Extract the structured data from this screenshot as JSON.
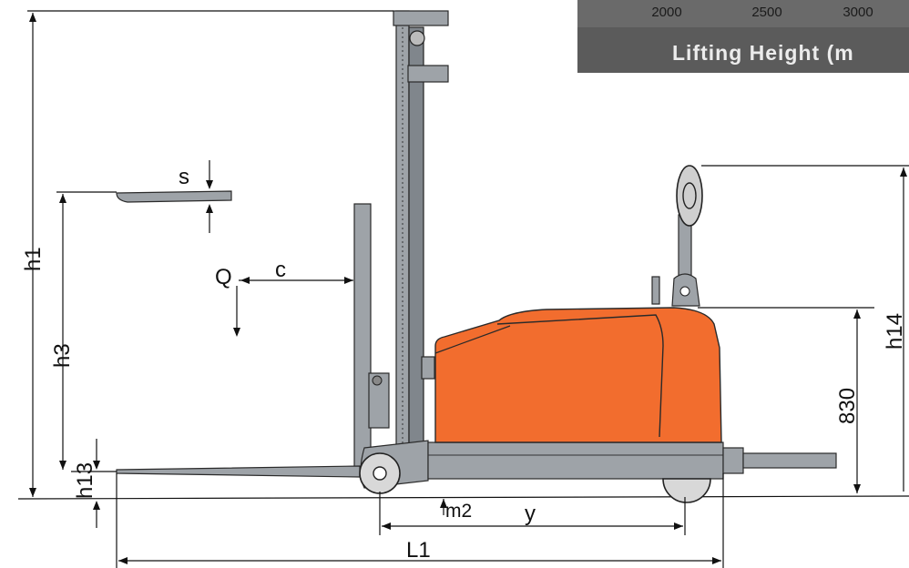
{
  "inset": {
    "ticks": [
      "2000",
      "2500",
      "3000"
    ],
    "title": "Lifting Height (m"
  },
  "dimensions": {
    "h1": "h1",
    "h3": "h3",
    "h13": "h13",
    "h14": "h14",
    "s": "s",
    "q": "Q",
    "c": "c",
    "m2": "m2",
    "y": "y",
    "l1": "L1",
    "value_830": "830"
  },
  "colors": {
    "body": "#f26d2e",
    "steel": "#9ea3a8",
    "inset_bg": "#5b5b5b"
  }
}
